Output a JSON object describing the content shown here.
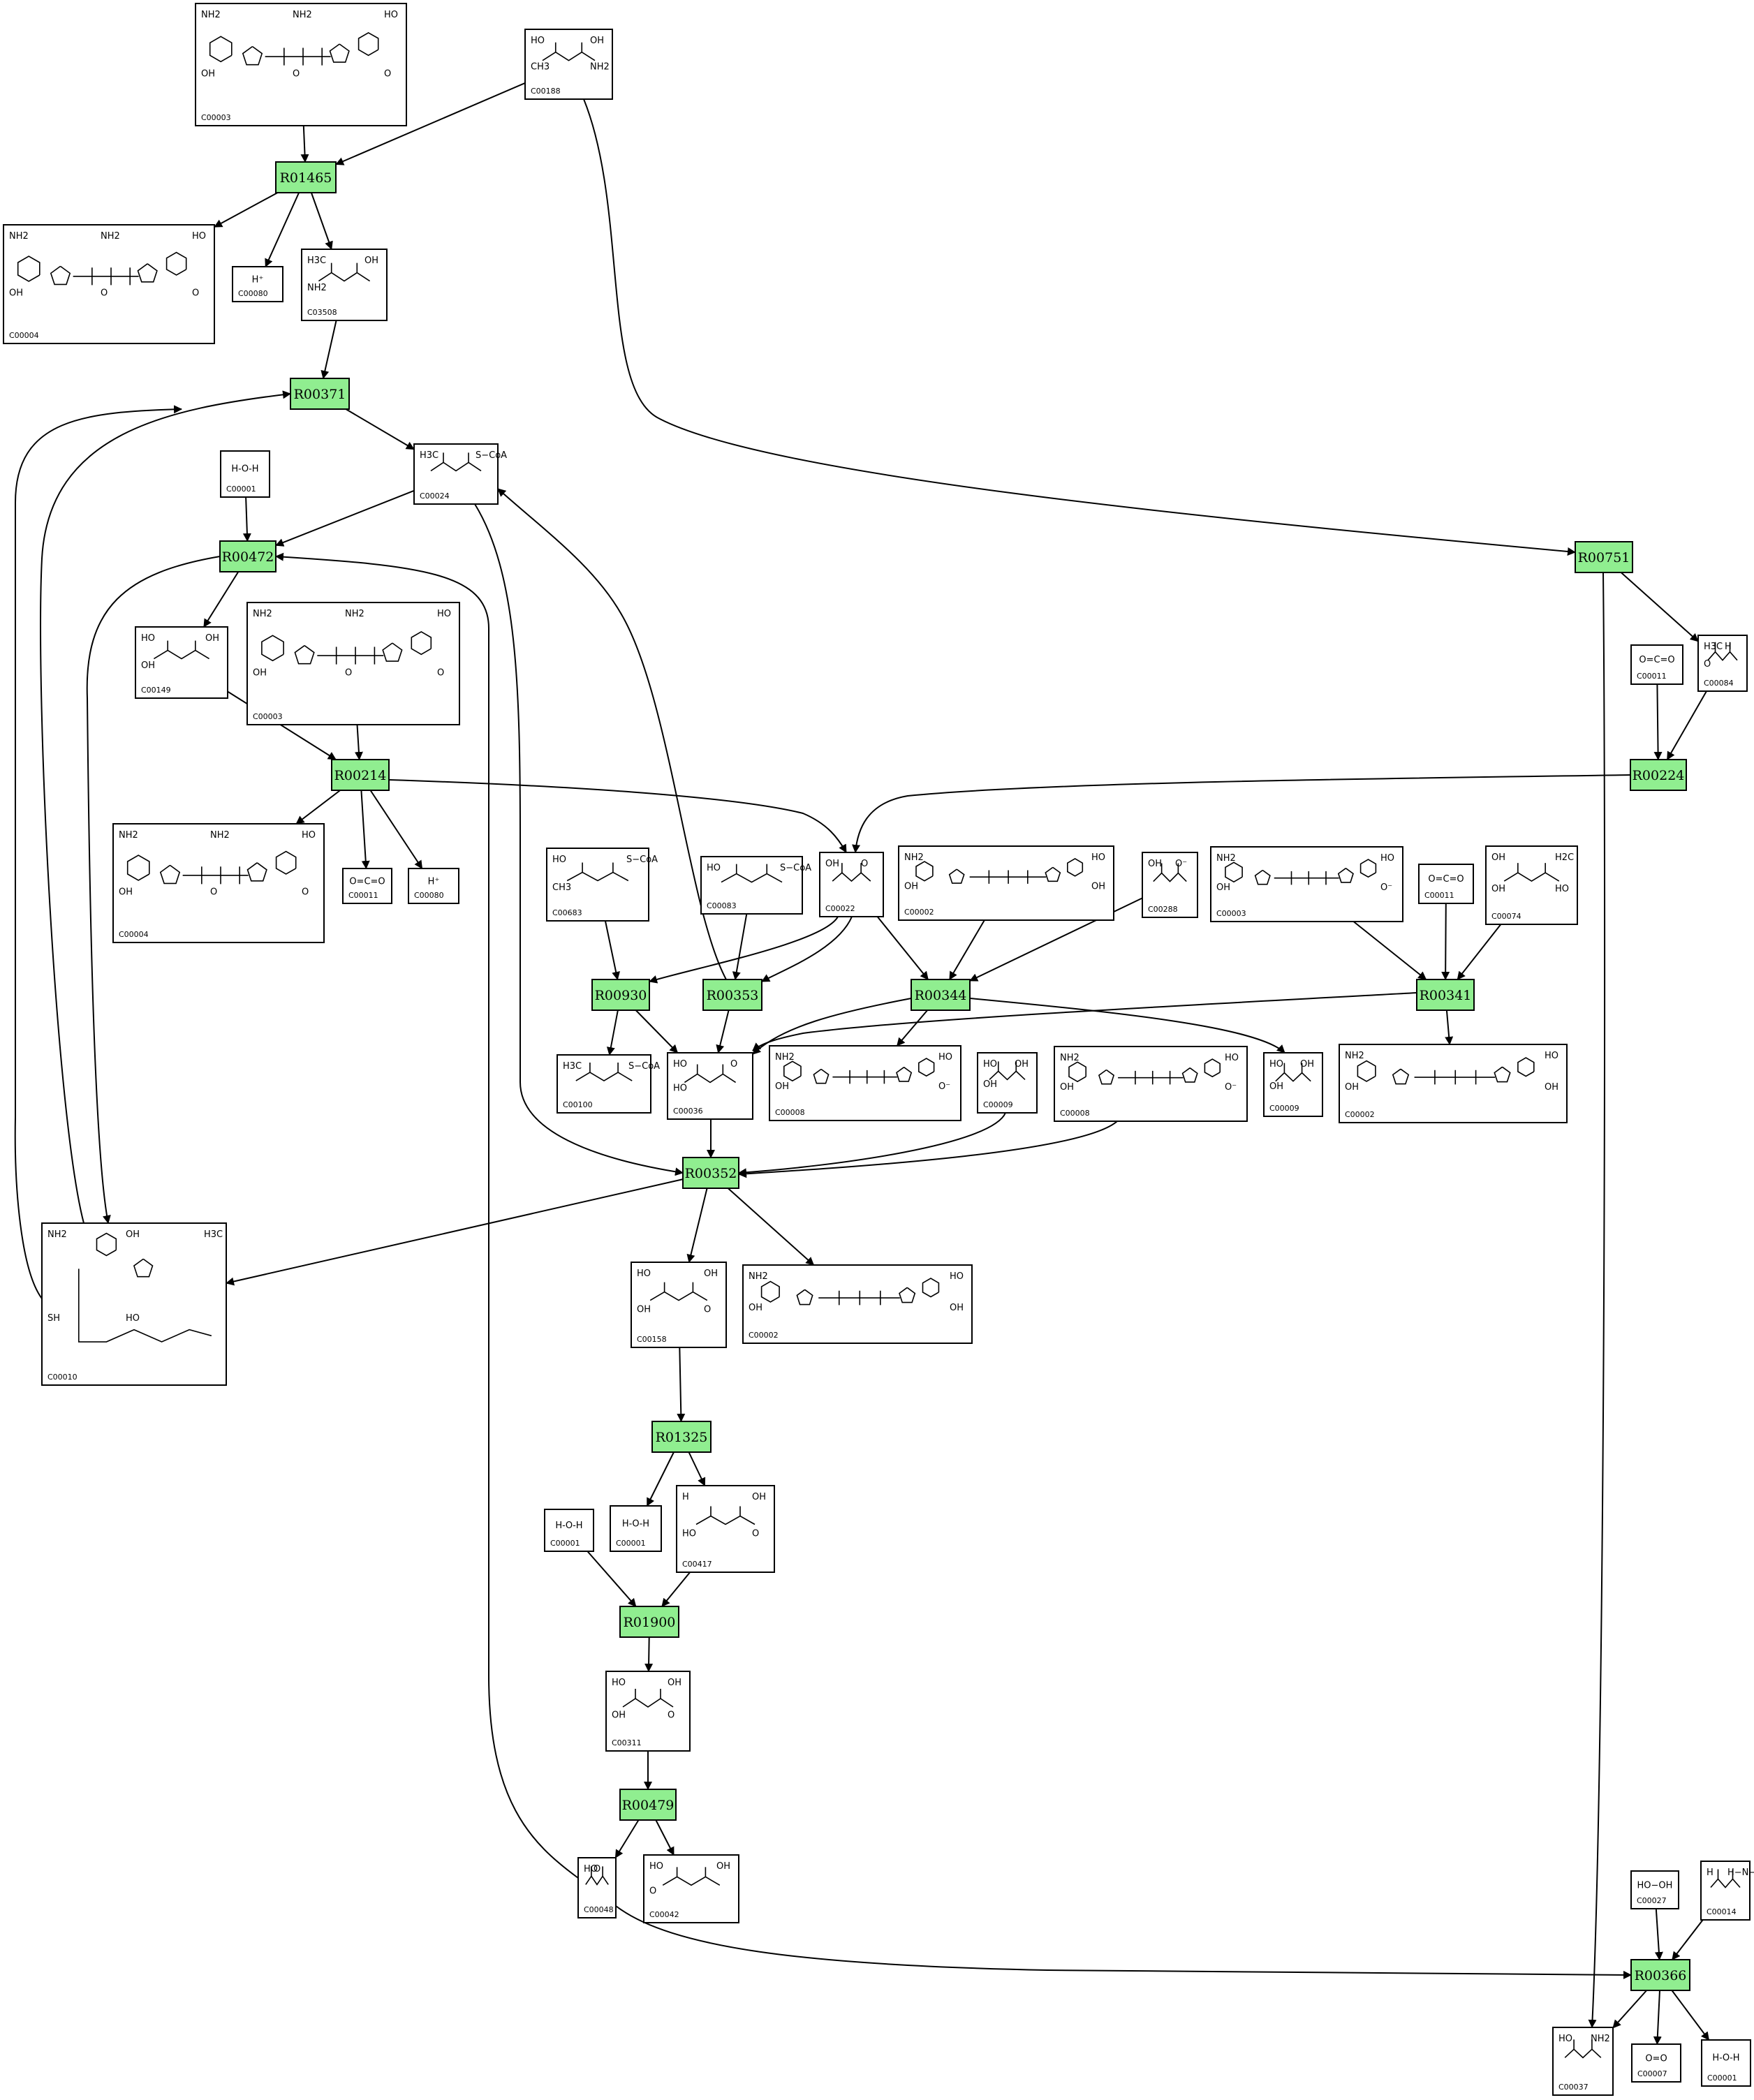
{
  "reactions": [
    {
      "id": "R01465",
      "label": "R01465"
    },
    {
      "id": "R00371",
      "label": "R00371"
    },
    {
      "id": "R00472",
      "label": "R00472"
    },
    {
      "id": "R00214",
      "label": "R00214"
    },
    {
      "id": "R00751",
      "label": "R00751"
    },
    {
      "id": "R00224",
      "label": "R00224"
    },
    {
      "id": "R00930",
      "label": "R00930"
    },
    {
      "id": "R00353",
      "label": "R00353"
    },
    {
      "id": "R00344",
      "label": "R00344"
    },
    {
      "id": "R00341",
      "label": "R00341"
    },
    {
      "id": "R00352",
      "label": "R00352"
    },
    {
      "id": "R01325",
      "label": "R01325"
    },
    {
      "id": "R01900",
      "label": "R01900"
    },
    {
      "id": "R00479",
      "label": "R00479"
    },
    {
      "id": "R00366",
      "label": "R00366"
    }
  ],
  "compounds": [
    {
      "id": "c_C00003_a",
      "label": "C00003",
      "structure": "nucleotide",
      "atoms": [
        "NH2",
        "NH2",
        "HO",
        "OH",
        "O",
        "O"
      ]
    },
    {
      "id": "c_C00188",
      "label": "C00188",
      "structure": "small",
      "atoms": [
        "HO",
        "OH",
        "CH3",
        "NH2"
      ]
    },
    {
      "id": "c_C00004_a",
      "label": "C00004",
      "structure": "nucleotide",
      "atoms": [
        "NH2",
        "NH2",
        "HO",
        "OH",
        "O",
        "O"
      ]
    },
    {
      "id": "c_C00080_a",
      "label": "C00080",
      "structure": "text",
      "atoms": [
        "H⁺"
      ]
    },
    {
      "id": "c_C03508",
      "label": "C03508",
      "structure": "small",
      "atoms": [
        "H3C",
        "OH",
        "NH2"
      ]
    },
    {
      "id": "c_C00001_a",
      "label": "C00001",
      "structure": "text",
      "atoms": [
        "H‑O‑H"
      ]
    },
    {
      "id": "c_C00024",
      "label": "C00024",
      "structure": "small",
      "atoms": [
        "H3C",
        "S−CoA"
      ]
    },
    {
      "id": "c_C00149",
      "label": "C00149",
      "structure": "small",
      "atoms": [
        "HO",
        "OH",
        "OH"
      ]
    },
    {
      "id": "c_C00003_b",
      "label": "C00003",
      "structure": "nucleotide",
      "atoms": [
        "NH2",
        "NH2",
        "HO",
        "OH",
        "O",
        "O"
      ]
    },
    {
      "id": "c_C00004_b",
      "label": "C00004",
      "structure": "nucleotide",
      "atoms": [
        "NH2",
        "NH2",
        "HO",
        "OH",
        "O",
        "O"
      ]
    },
    {
      "id": "c_C00011_a",
      "label": "C00011",
      "structure": "text",
      "atoms": [
        "O=C=O"
      ]
    },
    {
      "id": "c_C00080_b",
      "label": "C00080",
      "structure": "text",
      "atoms": [
        "H⁺"
      ]
    },
    {
      "id": "c_C00011_b",
      "label": "C00011",
      "structure": "text",
      "atoms": [
        "O=C=O"
      ]
    },
    {
      "id": "c_C00084",
      "label": "C00084",
      "structure": "small",
      "atoms": [
        "H3C",
        "H",
        "O"
      ]
    },
    {
      "id": "c_C00683",
      "label": "C00683",
      "structure": "small",
      "atoms": [
        "HO",
        "S−CoA",
        "CH3"
      ]
    },
    {
      "id": "c_C00083",
      "label": "C00083",
      "structure": "small",
      "atoms": [
        "HO",
        "S−CoA"
      ]
    },
    {
      "id": "c_C00022",
      "label": "C00022",
      "structure": "small",
      "atoms": [
        "OH",
        "O"
      ]
    },
    {
      "id": "c_C00002_a",
      "label": "C00002",
      "structure": "nucleotide",
      "atoms": [
        "NH2",
        "HO",
        "OH",
        "OH"
      ]
    },
    {
      "id": "c_C00288",
      "label": "C00288",
      "structure": "small",
      "atoms": [
        "OH",
        "O⁻"
      ]
    },
    {
      "id": "c_C00003_c",
      "label": "C00003",
      "structure": "nucleotide",
      "atoms": [
        "NH2",
        "HO",
        "OH",
        "O⁻"
      ]
    },
    {
      "id": "c_C00011_c",
      "label": "C00011",
      "structure": "text",
      "atoms": [
        "O=C=O"
      ]
    },
    {
      "id": "c_C00074",
      "label": "C00074",
      "structure": "small",
      "atoms": [
        "OH",
        "H2C",
        "OH",
        "HO"
      ]
    },
    {
      "id": "c_C00100",
      "label": "C00100",
      "structure": "small",
      "atoms": [
        "H3C",
        "S−CoA"
      ]
    },
    {
      "id": "c_C00036",
      "label": "C00036",
      "structure": "small",
      "atoms": [
        "HO",
        "O",
        "HO"
      ]
    },
    {
      "id": "c_C00008_a",
      "label": "C00008",
      "structure": "nucleotide",
      "atoms": [
        "NH2",
        "HO",
        "OH",
        "O⁻"
      ]
    },
    {
      "id": "c_C00009_a",
      "label": "C00009",
      "structure": "small",
      "atoms": [
        "HO",
        "OH",
        "OH"
      ]
    },
    {
      "id": "c_C00008_b",
      "label": "C00008",
      "structure": "nucleotide",
      "atoms": [
        "NH2",
        "HO",
        "OH",
        "O⁻"
      ]
    },
    {
      "id": "c_C00009_b",
      "label": "C00009",
      "structure": "small",
      "atoms": [
        "HO",
        "OH",
        "OH"
      ]
    },
    {
      "id": "c_C00002_b",
      "label": "C00002",
      "structure": "nucleotide",
      "atoms": [
        "NH2",
        "HO",
        "OH",
        "OH"
      ]
    },
    {
      "id": "c_C00010",
      "label": "C00010",
      "structure": "coa",
      "atoms": [
        "NH2",
        "OH",
        "H3C",
        "SH",
        "HO"
      ]
    },
    {
      "id": "c_C00158",
      "label": "C00158",
      "structure": "small",
      "atoms": [
        "HO",
        "OH",
        "OH",
        "O"
      ]
    },
    {
      "id": "c_C00002_c",
      "label": "C00002",
      "structure": "nucleotide",
      "atoms": [
        "NH2",
        "HO",
        "OH",
        "OH"
      ]
    },
    {
      "id": "c_C00001_b",
      "label": "C00001",
      "structure": "text",
      "atoms": [
        "H‑O‑H"
      ]
    },
    {
      "id": "c_C00001_c",
      "label": "C00001",
      "structure": "text",
      "atoms": [
        "H‑O‑H"
      ]
    },
    {
      "id": "c_C00417",
      "label": "C00417",
      "structure": "small",
      "atoms": [
        "H",
        "OH",
        "HO",
        "O"
      ]
    },
    {
      "id": "c_C00311",
      "label": "C00311",
      "structure": "small",
      "atoms": [
        "HO",
        "OH",
        "OH",
        "O"
      ]
    },
    {
      "id": "c_C00048",
      "label": "C00048",
      "structure": "small",
      "atoms": [
        "HO",
        "O"
      ]
    },
    {
      "id": "c_C00042",
      "label": "C00042",
      "structure": "small",
      "atoms": [
        "HO",
        "OH",
        "O"
      ]
    },
    {
      "id": "c_C00027",
      "label": "C00027",
      "structure": "text",
      "atoms": [
        "HO−OH"
      ]
    },
    {
      "id": "c_C00014",
      "label": "C00014",
      "structure": "small",
      "atoms": [
        "H",
        "H−N−H"
      ]
    },
    {
      "id": "c_C00037",
      "label": "C00037",
      "structure": "small",
      "atoms": [
        "HO",
        "NH2"
      ]
    },
    {
      "id": "c_C00007",
      "label": "C00007",
      "structure": "text",
      "atoms": [
        "O=O"
      ]
    },
    {
      "id": "c_C00001_d",
      "label": "C00001",
      "structure": "text",
      "atoms": [
        "H‑O‑H"
      ]
    }
  ],
  "edges": [
    [
      "c_C00003_a",
      "R01465"
    ],
    [
      "c_C00188",
      "R01465"
    ],
    [
      "R01465",
      "c_C00004_a"
    ],
    [
      "R01465",
      "c_C00080_a"
    ],
    [
      "R01465",
      "c_C03508"
    ],
    [
      "c_C03508",
      "R00371"
    ],
    [
      "R00371",
      "c_C00024"
    ],
    [
      "c_C00010",
      "R00371"
    ],
    [
      "c_C00001_a",
      "R00472"
    ],
    [
      "c_C00024",
      "R00472"
    ],
    [
      "c_C00048",
      "R00472"
    ],
    [
      "R00472",
      "c_C00149"
    ],
    [
      "R00472",
      "c_C00010"
    ],
    [
      "c_C00149",
      "R00214"
    ],
    [
      "c_C00003_b",
      "R00214"
    ],
    [
      "R00214",
      "c_C00004_b"
    ],
    [
      "R00214",
      "c_C00011_a"
    ],
    [
      "R00214",
      "c_C00080_b"
    ],
    [
      "R00214",
      "c_C00022"
    ],
    [
      "c_C00188",
      "R00751"
    ],
    [
      "R00751",
      "c_C00084"
    ],
    [
      "R00751",
      "c_C00037"
    ],
    [
      "c_C00011_b",
      "R00224"
    ],
    [
      "c_C00084",
      "R00224"
    ],
    [
      "R00224",
      "c_C00022"
    ],
    [
      "c_C00683",
      "R00930"
    ],
    [
      "c_C00022",
      "R00930"
    ],
    [
      "R00930",
      "c_C00100"
    ],
    [
      "R00930",
      "c_C00036"
    ],
    [
      "c_C00083",
      "R00353"
    ],
    [
      "c_C00022",
      "R00353"
    ],
    [
      "R00353",
      "c_C00024"
    ],
    [
      "R00353",
      "c_C00036"
    ],
    [
      "c_C00022",
      "R00344"
    ],
    [
      "c_C00002_a",
      "R00344"
    ],
    [
      "c_C00288",
      "R00344"
    ],
    [
      "R00344",
      "c_C00036"
    ],
    [
      "R00344",
      "c_C00008_a"
    ],
    [
      "R00344",
      "c_C00009_b"
    ],
    [
      "c_C00003_c",
      "R00341"
    ],
    [
      "c_C00011_c",
      "R00341"
    ],
    [
      "c_C00074",
      "R00341"
    ],
    [
      "R00341",
      "c_C00036"
    ],
    [
      "R00341",
      "c_C00002_b"
    ],
    [
      "c_C00036",
      "R00352"
    ],
    [
      "c_C00009_a",
      "R00352"
    ],
    [
      "c_C00008_b",
      "R00352"
    ],
    [
      "c_C00024",
      "R00352"
    ],
    [
      "R00352",
      "c_C00010"
    ],
    [
      "R00352",
      "c_C00158"
    ],
    [
      "R00352",
      "c_C00002_c"
    ],
    [
      "c_C00158",
      "R01325"
    ],
    [
      "R01325",
      "c_C00001_c"
    ],
    [
      "R01325",
      "c_C00417"
    ],
    [
      "c_C00001_b",
      "R01900"
    ],
    [
      "c_C00417",
      "R01900"
    ],
    [
      "R01900",
      "c_C00311"
    ],
    [
      "c_C00311",
      "R00479"
    ],
    [
      "R00479",
      "c_C00048"
    ],
    [
      "R00479",
      "c_C00042"
    ],
    [
      "c_C00048",
      "R00366"
    ],
    [
      "c_C00027",
      "R00366"
    ],
    [
      "c_C00014",
      "R00366"
    ],
    [
      "R00366",
      "c_C00037"
    ],
    [
      "R00366",
      "c_C00007"
    ],
    [
      "R00366",
      "c_C00001_d"
    ],
    [
      "c_C00010",
      "c_C00037"
    ]
  ]
}
